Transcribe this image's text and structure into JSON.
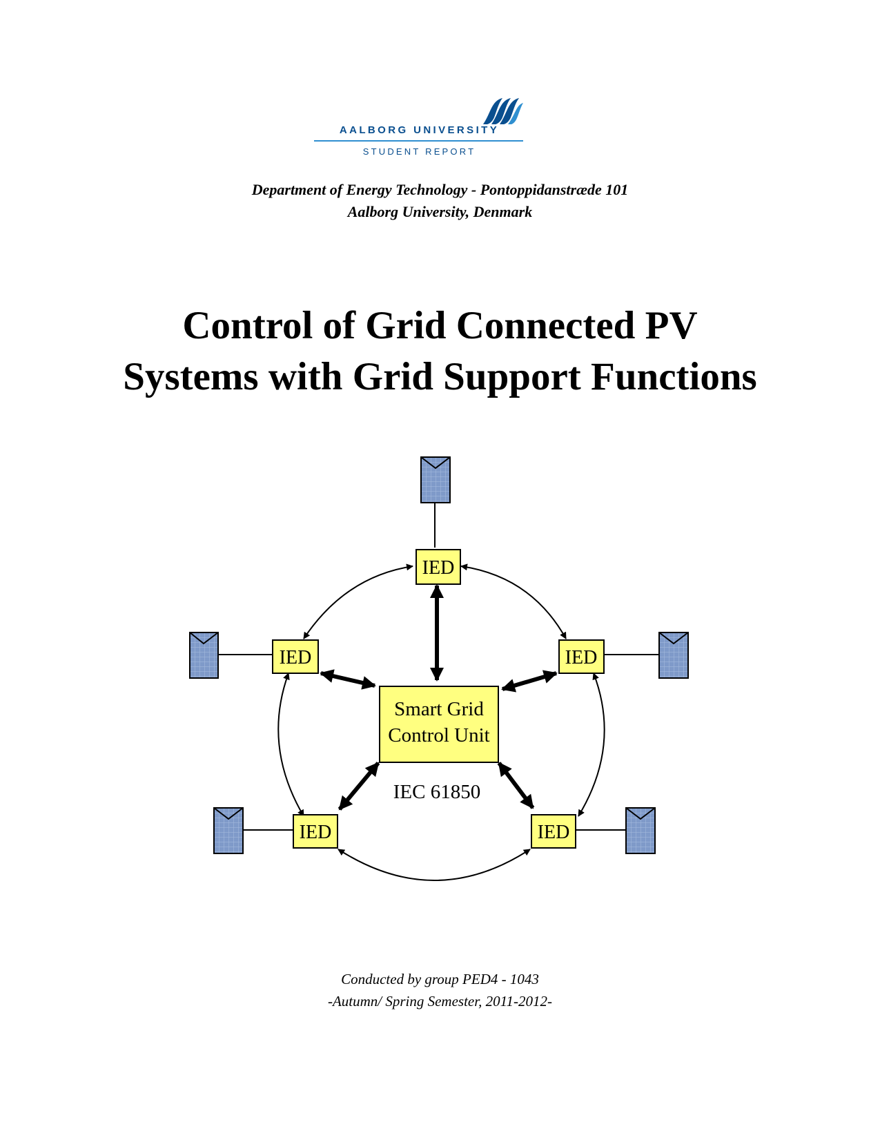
{
  "logo": {
    "university": "AALBORG UNIVERSITY",
    "subtitle": "STUDENT REPORT",
    "color": "#0a4f8f"
  },
  "department": {
    "line1": "Department of Energy Technology - Pontoppidanstræde 101",
    "line2": "Aalborg University, Denmark"
  },
  "title": {
    "line1": "Control of Grid Connected PV",
    "line2": "Systems with Grid Support Functions"
  },
  "diagram": {
    "center_line1": "Smart Grid",
    "center_line2": "Control Unit",
    "protocol": "IEC 61850",
    "ied_label": "IED",
    "box_fill": "#ffff80",
    "panel_fill": "#7f9ac9"
  },
  "footer": {
    "line1": "Conducted by group PED4 - 1043",
    "line2": "-Autumn/ Spring Semester, 2011-2012-"
  }
}
